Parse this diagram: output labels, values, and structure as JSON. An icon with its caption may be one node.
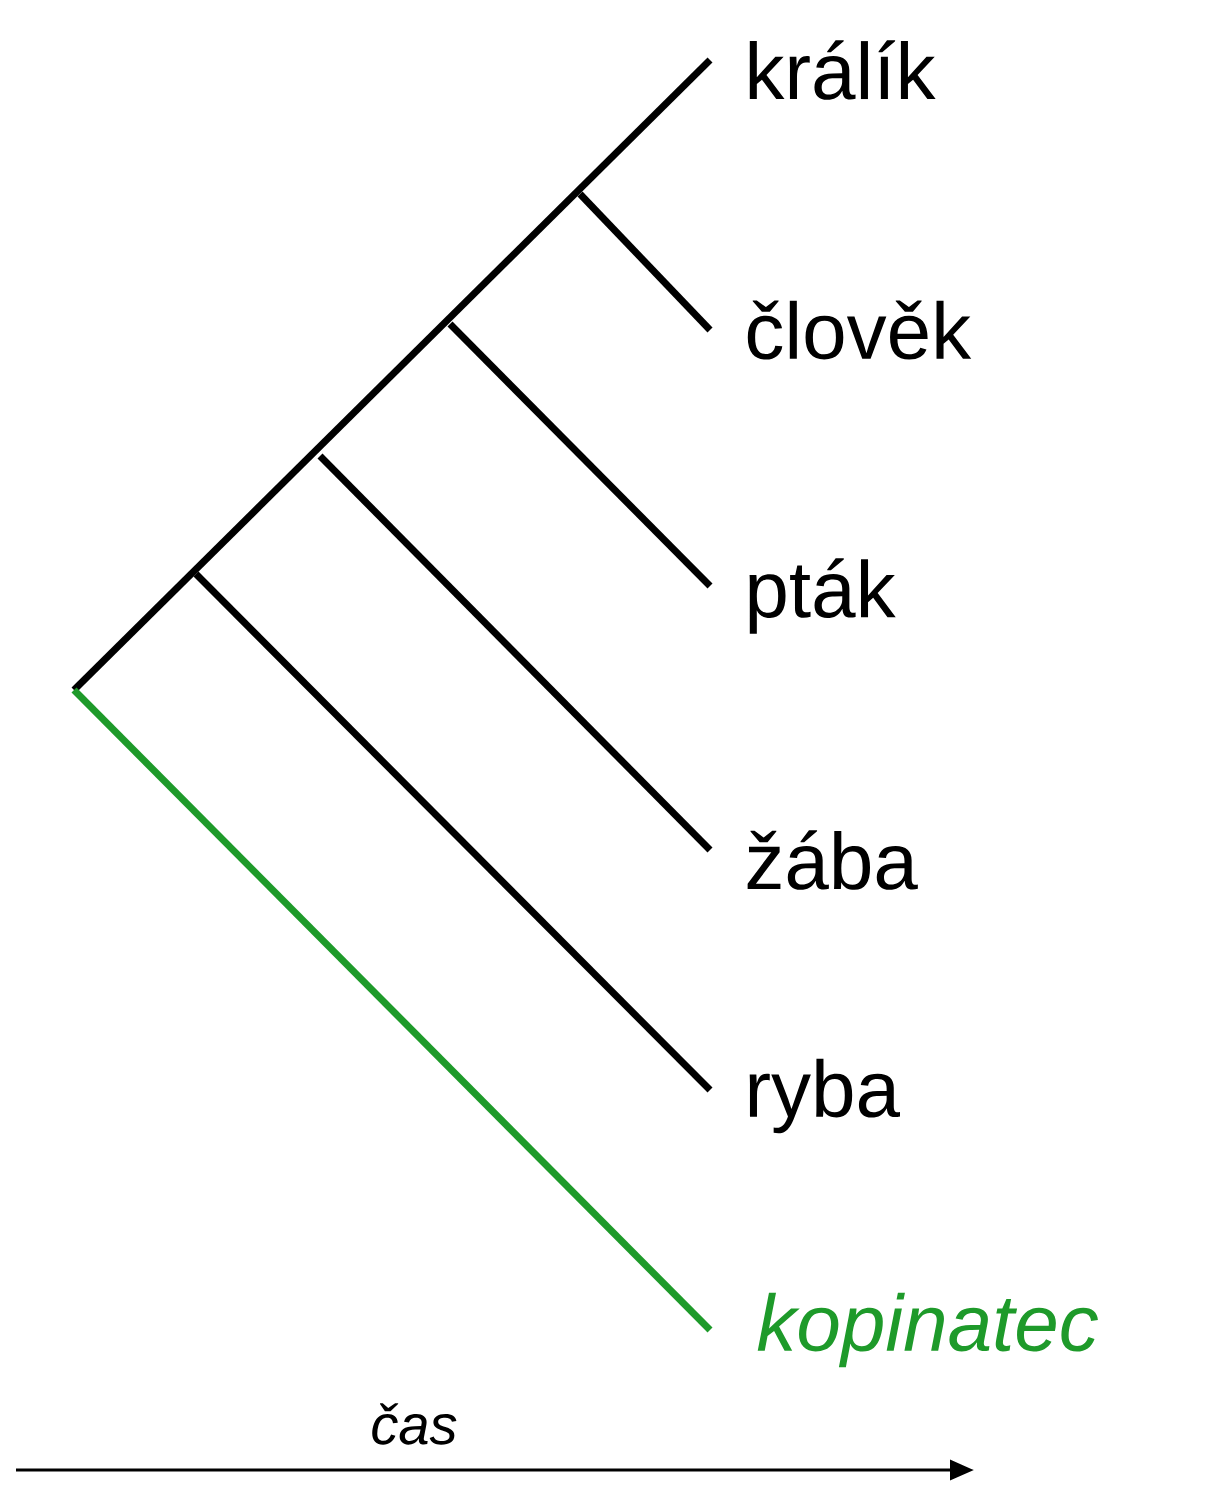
{
  "diagram": {
    "labels": [
      "králík",
      "člověk",
      "pták",
      "žába",
      "ryba",
      "kopinatec",
      "čas"
    ]
  }
}
